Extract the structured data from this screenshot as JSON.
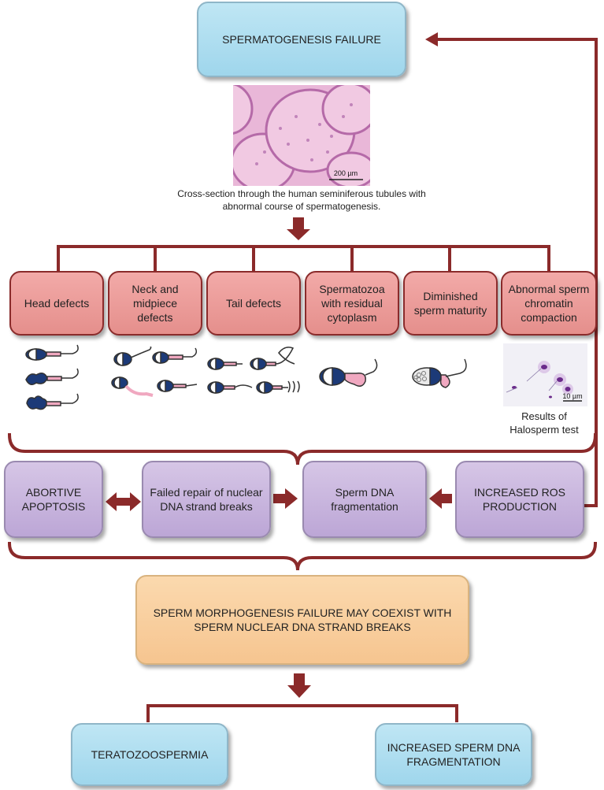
{
  "top_box": {
    "label": "SPERMATOGENESIS FAILURE"
  },
  "histology": {
    "scale_bar": "200 µm",
    "caption": "Cross-section through the human seminiferous tubules with\nabnormal course of spermatogenesis."
  },
  "defects": [
    {
      "label": "Head defects"
    },
    {
      "label": "Neck and\nmidpiece\ndefects"
    },
    {
      "label": "Tail defects"
    },
    {
      "label": "Spermatozoa\nwith residual\ncytoplasm"
    },
    {
      "label": "Diminished\nsperm maturity"
    },
    {
      "label": "Abnormal sperm\nchromatin\ncompaction"
    }
  ],
  "halosperm": {
    "scale_bar": "10 µm",
    "caption": "Results of\nHalosperm test"
  },
  "middle_row": [
    {
      "label": "ABORTIVE\nAPOPTOSIS"
    },
    {
      "label": "Failed repair of nuclear\nDNA strand breaks"
    },
    {
      "label": "Sperm DNA\nfragmentation"
    },
    {
      "label": "INCREASED ROS\nPRODUCTION"
    }
  ],
  "summary_box": {
    "label": "SPERM MORPHOGENESIS FAILURE MAY COEXIST WITH\nSPERM NUCLEAR DNA STRAND BREAKS"
  },
  "outcomes": [
    {
      "label": "TERATOZOOSPERMIA"
    },
    {
      "label": "INCREASED SPERM DNA\nFRAGMENTATION"
    }
  ],
  "colors": {
    "connector": "#8b2a2a",
    "blue_box": "#a8dcef",
    "red_box": "#e99a97",
    "purple_box": "#c6b3dc",
    "orange_box": "#f8cd9c",
    "sperm_head": "#1c3a78",
    "midpiece": "#f0a8c0"
  }
}
